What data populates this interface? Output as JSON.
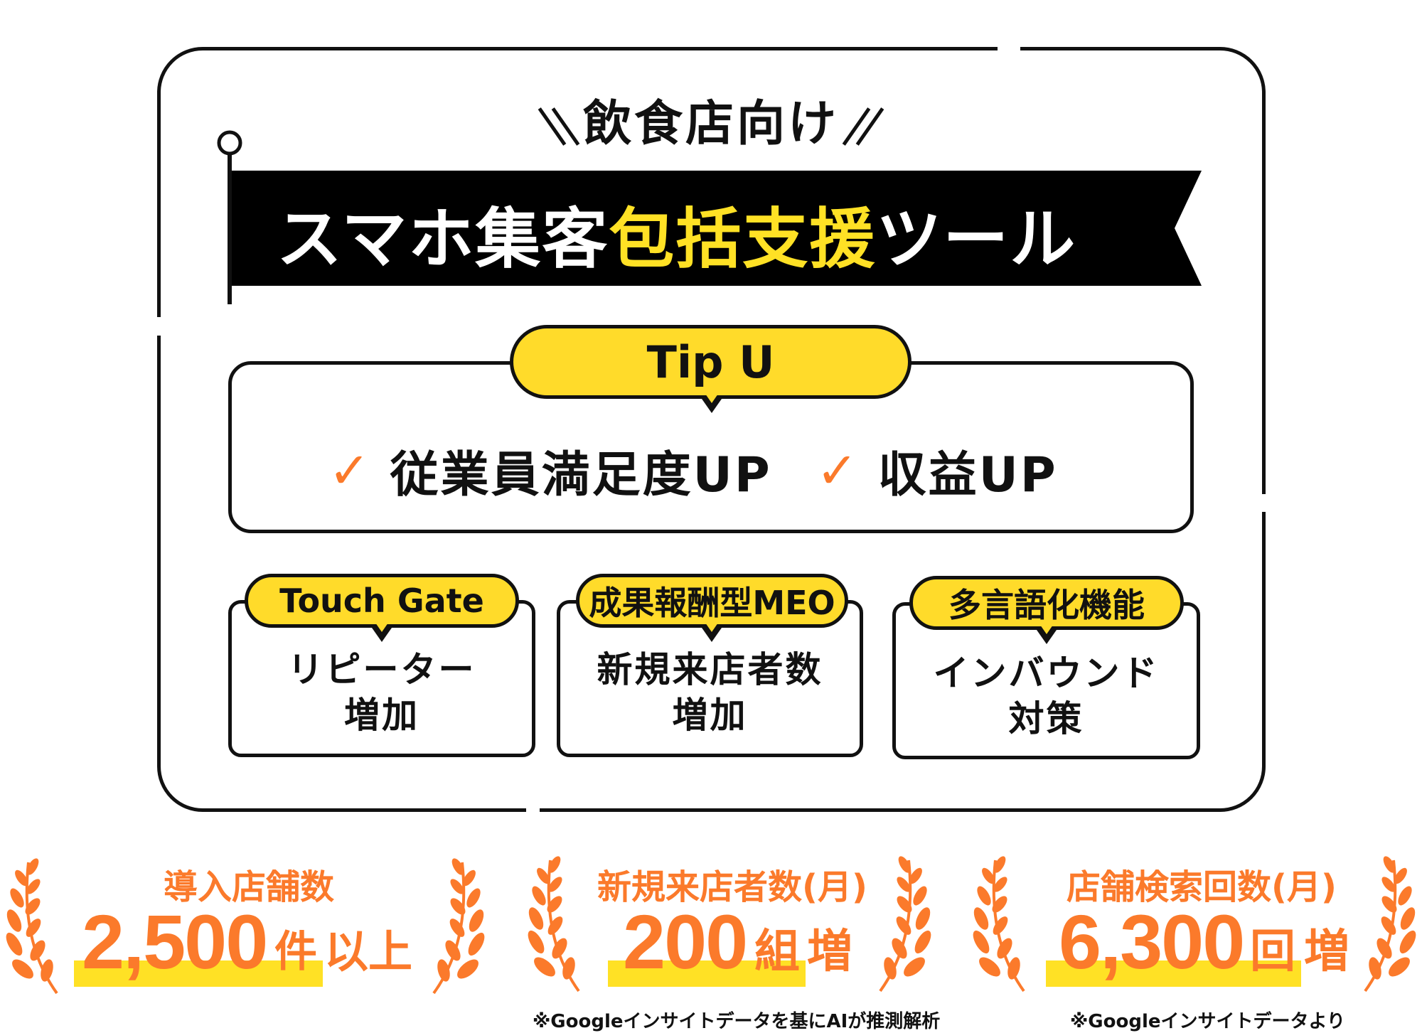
{
  "header": {
    "eyebrow": "飲食店向け"
  },
  "banner": {
    "title_white_1": "スマホ集客",
    "title_yellow": "包括支援",
    "title_white_2": "ツール"
  },
  "tipu": {
    "label": "Tip U",
    "benefits": [
      {
        "icon": "check-icon",
        "text": "従業員満足度UP"
      },
      {
        "icon": "check-icon",
        "text": "収益UP"
      }
    ]
  },
  "features": [
    {
      "label": "Touch Gate",
      "line1": "リピーター",
      "line2": "増加"
    },
    {
      "label": "成果報酬型MEO",
      "line1": "新規来店者数",
      "line2": "増加"
    },
    {
      "label": "多言語化機能",
      "line1": "インバウンド",
      "line2": "対策"
    }
  ],
  "stats": [
    {
      "title": "導入店舗数",
      "number": "2,500",
      "unit": "件",
      "suffix": "以上",
      "note": ""
    },
    {
      "title": "新規来店者数(月)",
      "number": "200",
      "unit": "組",
      "suffix": "増",
      "note": "※Googleインサイトデータを基にAIが推測解析"
    },
    {
      "title": "店舗検索回数(月)",
      "number": "6,300",
      "unit": "回",
      "suffix": "増",
      "note": "※Googleインサイトデータより"
    }
  ],
  "colors": {
    "accent_orange": "#fb7a2b",
    "highlight_yellow": "#ffe125",
    "pill_yellow": "#ffdb2a",
    "ink": "#111111"
  },
  "icons": {
    "decoration": "laurel-icon",
    "banner_pin": "pin-icon"
  }
}
